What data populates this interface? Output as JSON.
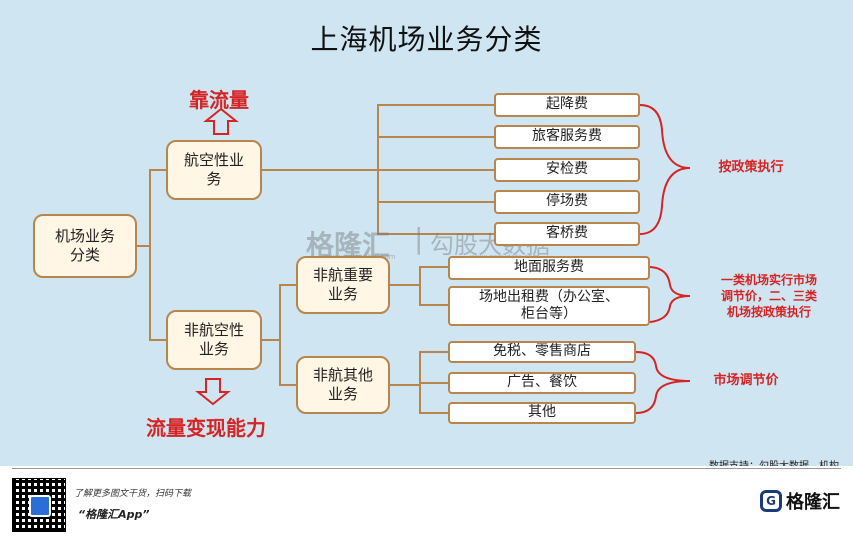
{
  "title": "上海机场业务分类",
  "root": "机场业务\n分类",
  "aero": {
    "label": "航空性业\n务",
    "top_note": "靠流量",
    "fees": [
      "起降费",
      "旅客服务费",
      "安检费",
      "停场费",
      "客桥费"
    ],
    "policy": "按政策执行"
  },
  "nonaero": {
    "label": "非航空性\n业务",
    "bottom_note": "流量变现能力",
    "important": {
      "label": "非航重要\n业务",
      "items": [
        "地面服务费",
        "场地出租费（办公室、\n柜台等）"
      ],
      "policy": "一类机场实行市场\n调节价，二、三类\n机场按政策执行"
    },
    "other": {
      "label": "非航其他\n业务",
      "items": [
        "免税、零售商店",
        "广告、餐饮",
        "其他"
      ],
      "policy": "市场调节价"
    }
  },
  "watermark": {
    "brand": "格隆汇",
    "divider": "|",
    "partner": "勾股大数据",
    "url1": "www.gelonghui.com",
    "url2": "www.gogudata.com"
  },
  "footer": {
    "promo": "了解更多图文干货，扫码下载",
    "app": "“格隆汇App”",
    "source": "数据支持：勾股大数据、机构",
    "logo_text": "格隆汇",
    "logo_mark": "G"
  },
  "colors": {
    "red": "#d62323",
    "border": "#b8864d",
    "background": "#cfe6f2"
  }
}
